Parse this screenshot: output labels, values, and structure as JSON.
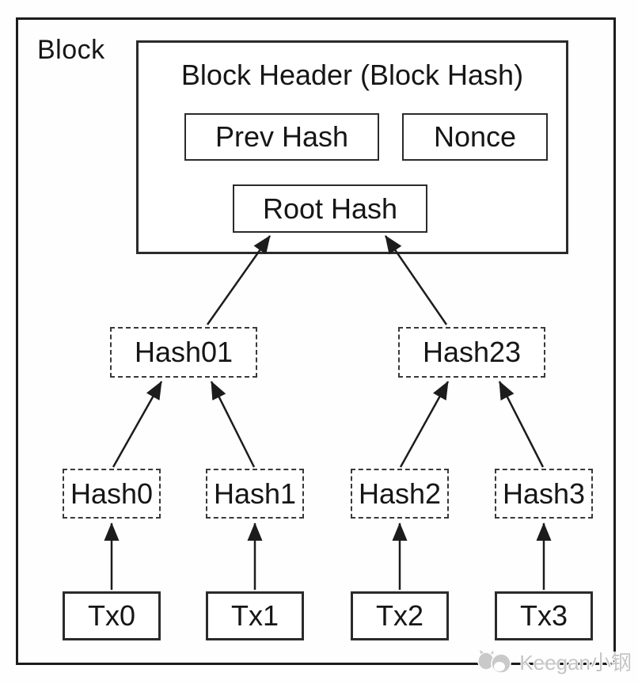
{
  "colors": {
    "ink": "#1c1c1c",
    "box_border": "#2b2b2b",
    "background": "#fefefe",
    "watermark_gray": "#c5c5c5"
  },
  "diagram": {
    "block": {
      "label": "Block"
    },
    "header": {
      "title": "Block Header (Block Hash)",
      "fields": [
        {
          "label": "Prev Hash"
        },
        {
          "label": "Nonce"
        },
        {
          "label": "Root Hash"
        }
      ]
    },
    "merkle": {
      "branches": [
        {
          "label": "Hash01"
        },
        {
          "label": "Hash23"
        }
      ],
      "leaves": [
        {
          "label": "Hash0"
        },
        {
          "label": "Hash1"
        },
        {
          "label": "Hash2"
        },
        {
          "label": "Hash3"
        }
      ],
      "transactions": [
        {
          "label": "Tx0"
        },
        {
          "label": "Tx1"
        },
        {
          "label": "Tx2"
        },
        {
          "label": "Tx3"
        }
      ]
    }
  },
  "watermark": {
    "text": "Keegan小钢",
    "icon": "cat-mascot-icon"
  }
}
